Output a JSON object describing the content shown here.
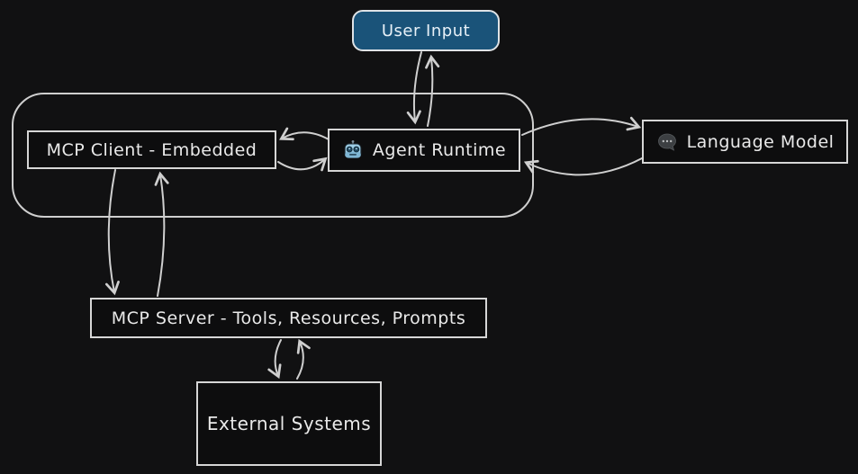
{
  "diagram": {
    "colors": {
      "background": "#111112",
      "node_stroke": "#d6d6d6",
      "arrow_stroke": "#cfcfcf",
      "user_input_fill": "#1a5379",
      "node_fill": "#0d0d0e",
      "text": "#e9e9e9"
    },
    "nodes": {
      "user_input": {
        "label": "User Input"
      },
      "mcp_client": {
        "label": "MCP Client - Embedded"
      },
      "agent_runtime": {
        "label": "Agent Runtime",
        "icon": "robot-icon"
      },
      "language_model": {
        "label": "Language Model",
        "icon": "speech-bubble-icon"
      },
      "mcp_server": {
        "label": "MCP Server - Tools, Resources, Prompts"
      },
      "external_systems": {
        "label": "External Systems"
      }
    },
    "edges": [
      {
        "from": "user_input",
        "to": "agent_runtime",
        "direction": "bidirectional"
      },
      {
        "from": "agent_runtime",
        "to": "mcp_client",
        "direction": "bidirectional"
      },
      {
        "from": "agent_runtime",
        "to": "language_model",
        "direction": "bidirectional"
      },
      {
        "from": "mcp_client",
        "to": "mcp_server",
        "direction": "bidirectional"
      },
      {
        "from": "mcp_server",
        "to": "external_systems",
        "direction": "bidirectional"
      }
    ]
  }
}
